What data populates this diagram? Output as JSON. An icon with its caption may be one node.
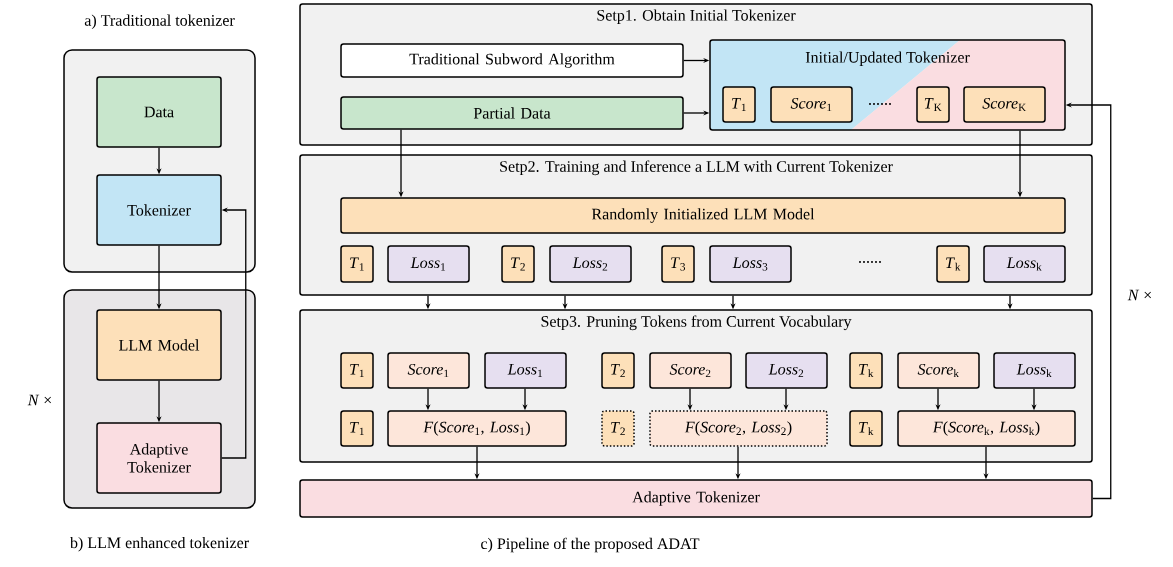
{
  "diagram": {
    "nodes": [
      {
        "text": [
          "a) Traditional tokenizer"
        ]
      },
      {
        "text": [
          "Data"
        ],
        "in": 0
      },
      {
        "text": [
          "Tokenizer"
        ],
        "in": 0
      },
      {
        "text": [
          "b) LLM enhanced tokenizer"
        ]
      },
      {
        "text": [
          "LLM Model"
        ],
        "in": 3
      },
      {
        "text": [
          "Adaptive Tokenizer"
        ],
        "in": 3
      },
      {
        "text": [
          "Setp1. Obtain Initial Tokenizer"
        ]
      },
      {
        "text": [
          "Traditional Subword Algorithm"
        ],
        "in": 6
      },
      {
        "text": [
          "Partial Data"
        ],
        "in": 6
      },
      {
        "text": [
          "Initial/Updated Tokenizer"
        ],
        "in": 6
      },
      {
        "text": [
          "*T*$_{1}$"
        ],
        "in": 9
      },
      {
        "text": [
          "*Score*$_{1}$"
        ],
        "in": 9
      },
      {
        "text": [
          "*T*$_{K}$"
        ],
        "in": 9
      },
      {
        "text": [
          "*Score*$_{K}$"
        ],
        "in": 9
      },
      {
        "text": [
          "Setp2. Training and Inference a LLM with Current Tokenizer"
        ]
      },
      {
        "text": [
          "Randomly Initialized LLM Model"
        ],
        "in": 14
      },
      {
        "text": [
          "*T*$_{1}$"
        ],
        "in": 14
      },
      {
        "text": [
          "*Loss*$_{1}$"
        ],
        "in": 14
      },
      {
        "text": [
          "*T*$_{2}$"
        ],
        "in": 14
      },
      {
        "text": [
          "*Loss*$_{2}$"
        ],
        "in": 14
      },
      {
        "text": [
          "*T*$_{3}$"
        ],
        "in": 14
      },
      {
        "text": [
          "*Loss*$_{3}$"
        ],
        "in": 14
      },
      {
        "text": [
          "*T*$_{k}$"
        ],
        "in": 14
      },
      {
        "text": [
          "*Loss*$_{k}$"
        ],
        "in": 14
      },
      {
        "text": [
          "Setp3. Pruning Tokens from Current Vocabulary"
        ]
      },
      {
        "text": [
          "*T*$_{1}$"
        ],
        "in": 24
      },
      {
        "text": [
          "*Score*$_{1}$"
        ],
        "in": 24
      },
      {
        "text": [
          "*Loss*$_{1}$"
        ],
        "in": 24
      },
      {
        "text": [
          "*T*$_{2}$"
        ],
        "in": 24
      },
      {
        "text": [
          "*Score*$_{2}$"
        ],
        "in": 24
      },
      {
        "text": [
          "*Loss*$_{2}$"
        ],
        "in": 24
      },
      {
        "text": [
          "*T*$_{k}$"
        ],
        "in": 24
      },
      {
        "text": [
          "*Score*$_{k}$"
        ],
        "in": 24
      },
      {
        "text": [
          "*Loss*$_{k}$"
        ],
        "in": 24
      },
      {
        "text": [
          "*T*$_{1}$"
        ],
        "in": 24
      },
      {
        "text": [
          "*F*(*Score*$_{1}$, *Loss*$_{1}$)"
        ],
        "in": 24
      },
      {
        "text": [
          "*T*$_{2}$"
        ],
        "in": 24
      },
      {
        "text": [
          "*F*(*Score*$_{2}$, *Loss*$_{2}$)"
        ],
        "in": 24
      },
      {
        "text": [
          "*T*$_{k}$"
        ],
        "in": 24
      },
      {
        "text": [
          "*F*(*Score*$_{k}$, *Loss*$_{k}$)"
        ],
        "in": 24
      },
      {
        "text": [
          "Adaptive Tokenizer"
        ]
      }
    ],
    "edges": [
      {
        "from": 1,
        "to": 2,
        "arrow": "to"
      },
      {
        "from": 2,
        "to": 4,
        "arrow": "to"
      },
      {
        "from": 4,
        "to": 5,
        "arrow": "to"
      },
      {
        "from": 5,
        "to": 2,
        "arrow": "to"
      },
      {
        "from": 7,
        "to": 9,
        "arrow": "to"
      },
      {
        "from": 8,
        "to": 9,
        "arrow": "to"
      },
      {
        "from": 8,
        "to": 15,
        "arrow": "to"
      },
      {
        "from": 9,
        "to": 15,
        "arrow": "to"
      },
      {
        "from": 14,
        "to": 24,
        "arrow": "to"
      },
      {
        "from": 14,
        "to": 24,
        "arrow": "to"
      },
      {
        "from": 14,
        "to": 24,
        "arrow": "to"
      },
      {
        "from": 14,
        "to": 24,
        "arrow": "to"
      },
      {
        "from": 26,
        "to": 35,
        "arrow": "to"
      },
      {
        "from": 27,
        "to": 35,
        "arrow": "to"
      },
      {
        "from": 29,
        "to": 37,
        "arrow": "to"
      },
      {
        "from": 30,
        "to": 37,
        "arrow": "to"
      },
      {
        "from": 32,
        "to": 39,
        "arrow": "to"
      },
      {
        "from": 33,
        "to": 39,
        "arrow": "to"
      },
      {
        "from": 35,
        "to": 40,
        "arrow": "to"
      },
      {
        "from": 37,
        "to": 40,
        "arrow": "to"
      },
      {
        "from": 39,
        "to": 40,
        "arrow": "to"
      },
      {
        "from": 40,
        "to": 9,
        "arrow": "to"
      }
    ],
    "labels": [
      "*N* ×",
      "......",
      "......",
      "*N* ×",
      "c) Pipeline of the proposed ADAT"
    ]
  }
}
